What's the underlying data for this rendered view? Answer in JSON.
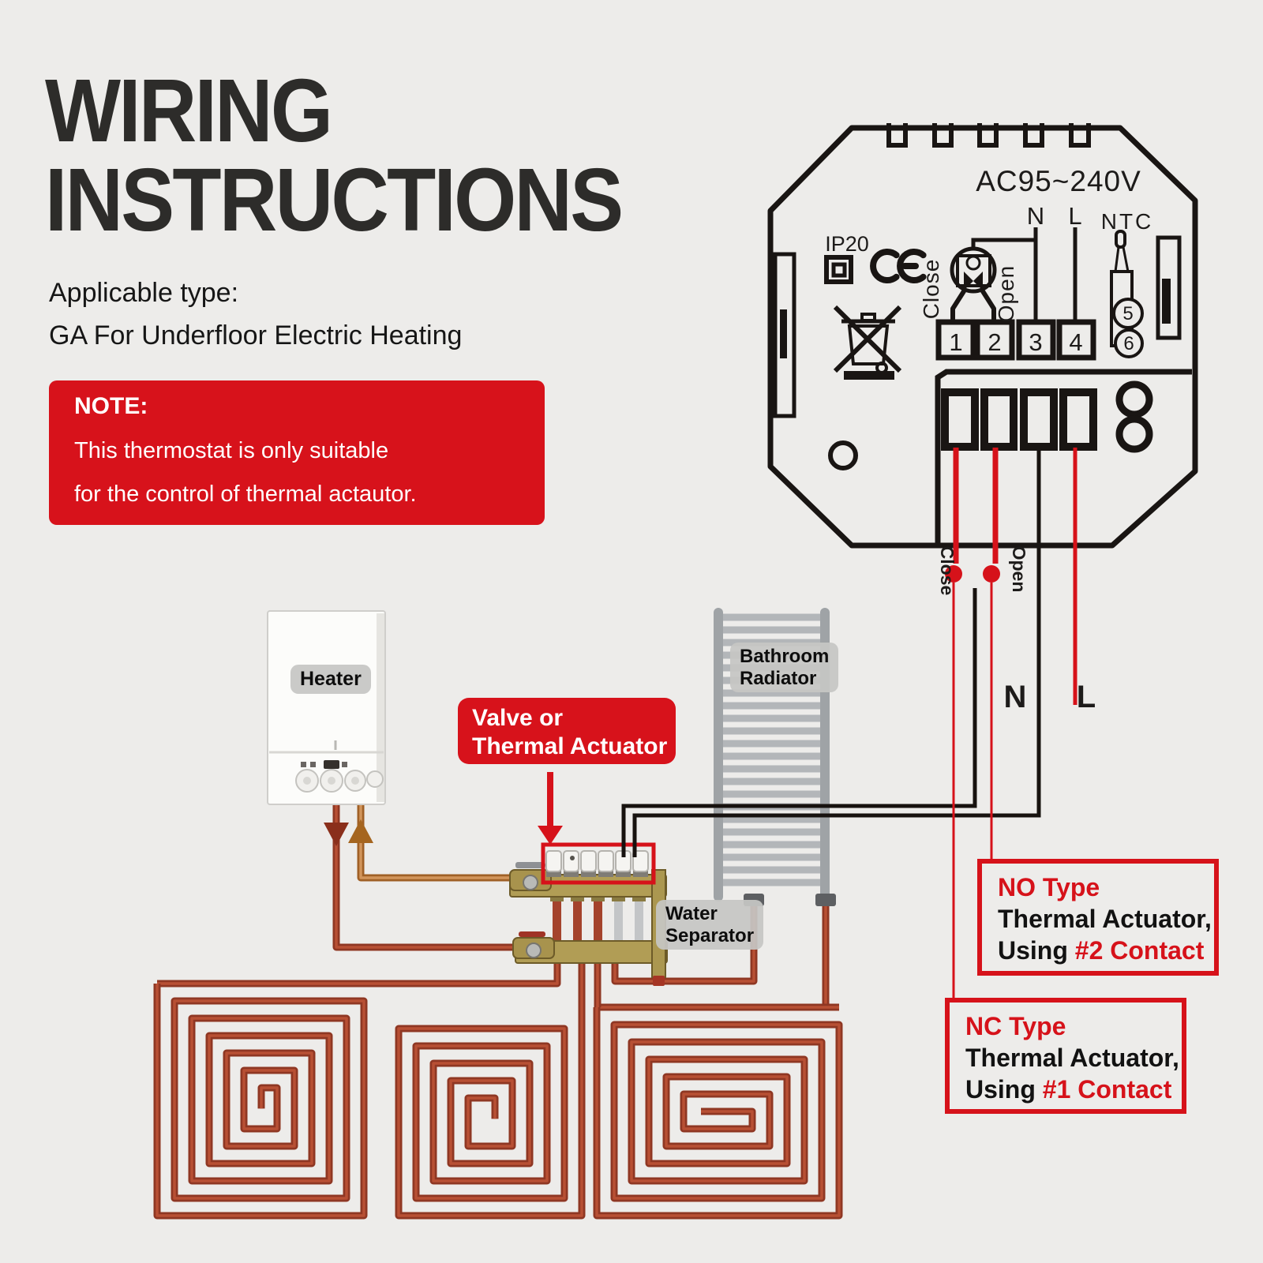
{
  "colors": {
    "background": "#edecea",
    "accent_red": "#d6121a",
    "diagram_ink": "#191513",
    "pipe_red": "#a5432d",
    "pipe_orange": "#c9803f",
    "brass": "#b19d55"
  },
  "header": {
    "title_line1": "WIRING",
    "title_line2": "INSTRUCTIONS",
    "subtitle_line1": "Applicable type:",
    "subtitle_line2": "GA For Underfloor Electric Heating"
  },
  "note": {
    "heading": "NOTE:",
    "line1": "This thermostat is only suitable",
    "line2": "for the control of thermal actautor."
  },
  "thermostat": {
    "voltage": "AC95~240V",
    "top_n": "N",
    "top_l": "L",
    "ntc": "NTC",
    "ip_rating": "IP20",
    "close_label": "Close",
    "open_label": "Open",
    "terminals": [
      "1",
      "2",
      "3",
      "4"
    ],
    "sensor_terminals": [
      "5",
      "6"
    ]
  },
  "wiring": {
    "close_label": "Close",
    "open_label": "Open",
    "neutral_label": "N",
    "live_label": "L"
  },
  "equipment": {
    "heater_label": "Heater",
    "radiator_label_line1": "Bathroom",
    "radiator_label_line2": "Radiator",
    "separator_label_line1": "Water",
    "separator_label_line2": "Separator",
    "valve_label_line1": "Valve or",
    "valve_label_line2": "Thermal Actuator"
  },
  "callouts": {
    "no_type": {
      "title": "NO Type",
      "line2": "Thermal Actuator,",
      "line3_prefix": "Using ",
      "line3_highlight": "#2 Contact"
    },
    "nc_type": {
      "title": "NC Type",
      "line2": "Thermal Actuator,",
      "line3_prefix": "Using ",
      "line3_highlight": "#1 Contact"
    }
  }
}
